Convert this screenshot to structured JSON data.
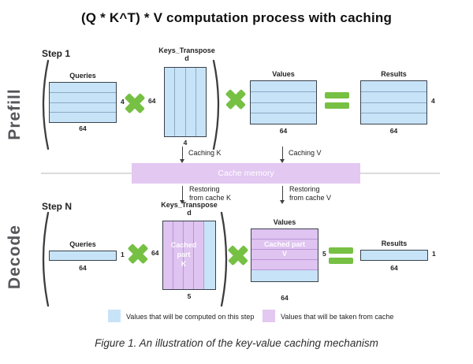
{
  "title": "(Q * K^T) * V computation process with caching",
  "caption": "Figure 1. An illustration of the key-value caching mechanism",
  "colors": {
    "blue": "#C7E3F8",
    "purple": "#DFC3F0",
    "cache_bar": "#E3C8F2",
    "green": "#76C043",
    "section_label": "#55565A"
  },
  "prefill": {
    "section_label": "Prefill",
    "step_label": "Step 1",
    "queries": {
      "name": "Queries",
      "right_dim": "4",
      "bottom_dim": "64"
    },
    "keys": {
      "name_line1": "Keys_Transpose",
      "name_line2": "d",
      "left_dim": "64",
      "bottom_dim": "4"
    },
    "values": {
      "name": "Values",
      "bottom_dim": "64"
    },
    "results": {
      "name": "Results",
      "right_dim": "4",
      "bottom_dim": "64"
    }
  },
  "cache": {
    "bar_label": "Cache memory",
    "caching_k": "Caching K",
    "caching_v": "Caching V",
    "restoring_k_line1": "Restoring",
    "restoring_k_line2": "from cache K",
    "restoring_v_line1": "Restoring",
    "restoring_v_line2": "from cache V"
  },
  "decode": {
    "section_label": "Decode",
    "step_label": "Step N",
    "queries": {
      "name": "Queries",
      "right_dim": "1",
      "bottom_dim": "64"
    },
    "keys": {
      "name_line1": "Keys_Transpose",
      "name_line2": "d",
      "left_dim": "64",
      "bottom_dim": "5",
      "cached_line1": "Cached",
      "cached_line2": "part",
      "cached_line3": "K"
    },
    "values": {
      "name": "Values",
      "right_dim": "5",
      "bottom_dim": "64",
      "cached_line1": "Cached part",
      "cached_line2": "V"
    },
    "results": {
      "name": "Results",
      "right_dim": "1",
      "bottom_dim": "64"
    }
  },
  "legend": {
    "computed": "Values that will be computed on this step",
    "cached": "Values that will be taken from cache"
  }
}
